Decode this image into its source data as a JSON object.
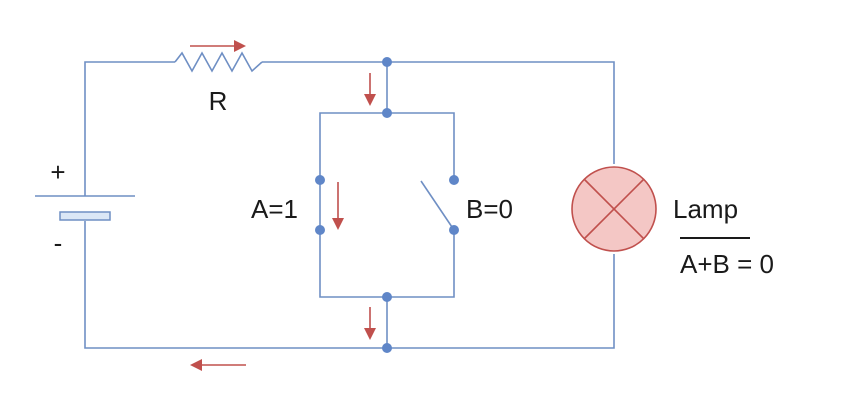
{
  "diagram": {
    "resistor_label": "R",
    "battery_plus": "+",
    "battery_minus": "-",
    "switch_a_label": "A=1",
    "switch_b_label": "B=0",
    "lamp_label": "Lamp",
    "nor_expression": "A+B",
    "nor_result": " = 0",
    "colors": {
      "wire": "#6f8fc4",
      "node": "#5f86c8",
      "current_arrow": "#c0504d",
      "lamp_fill": "#f4c7c5",
      "lamp_stroke": "#c0504d"
    }
  }
}
